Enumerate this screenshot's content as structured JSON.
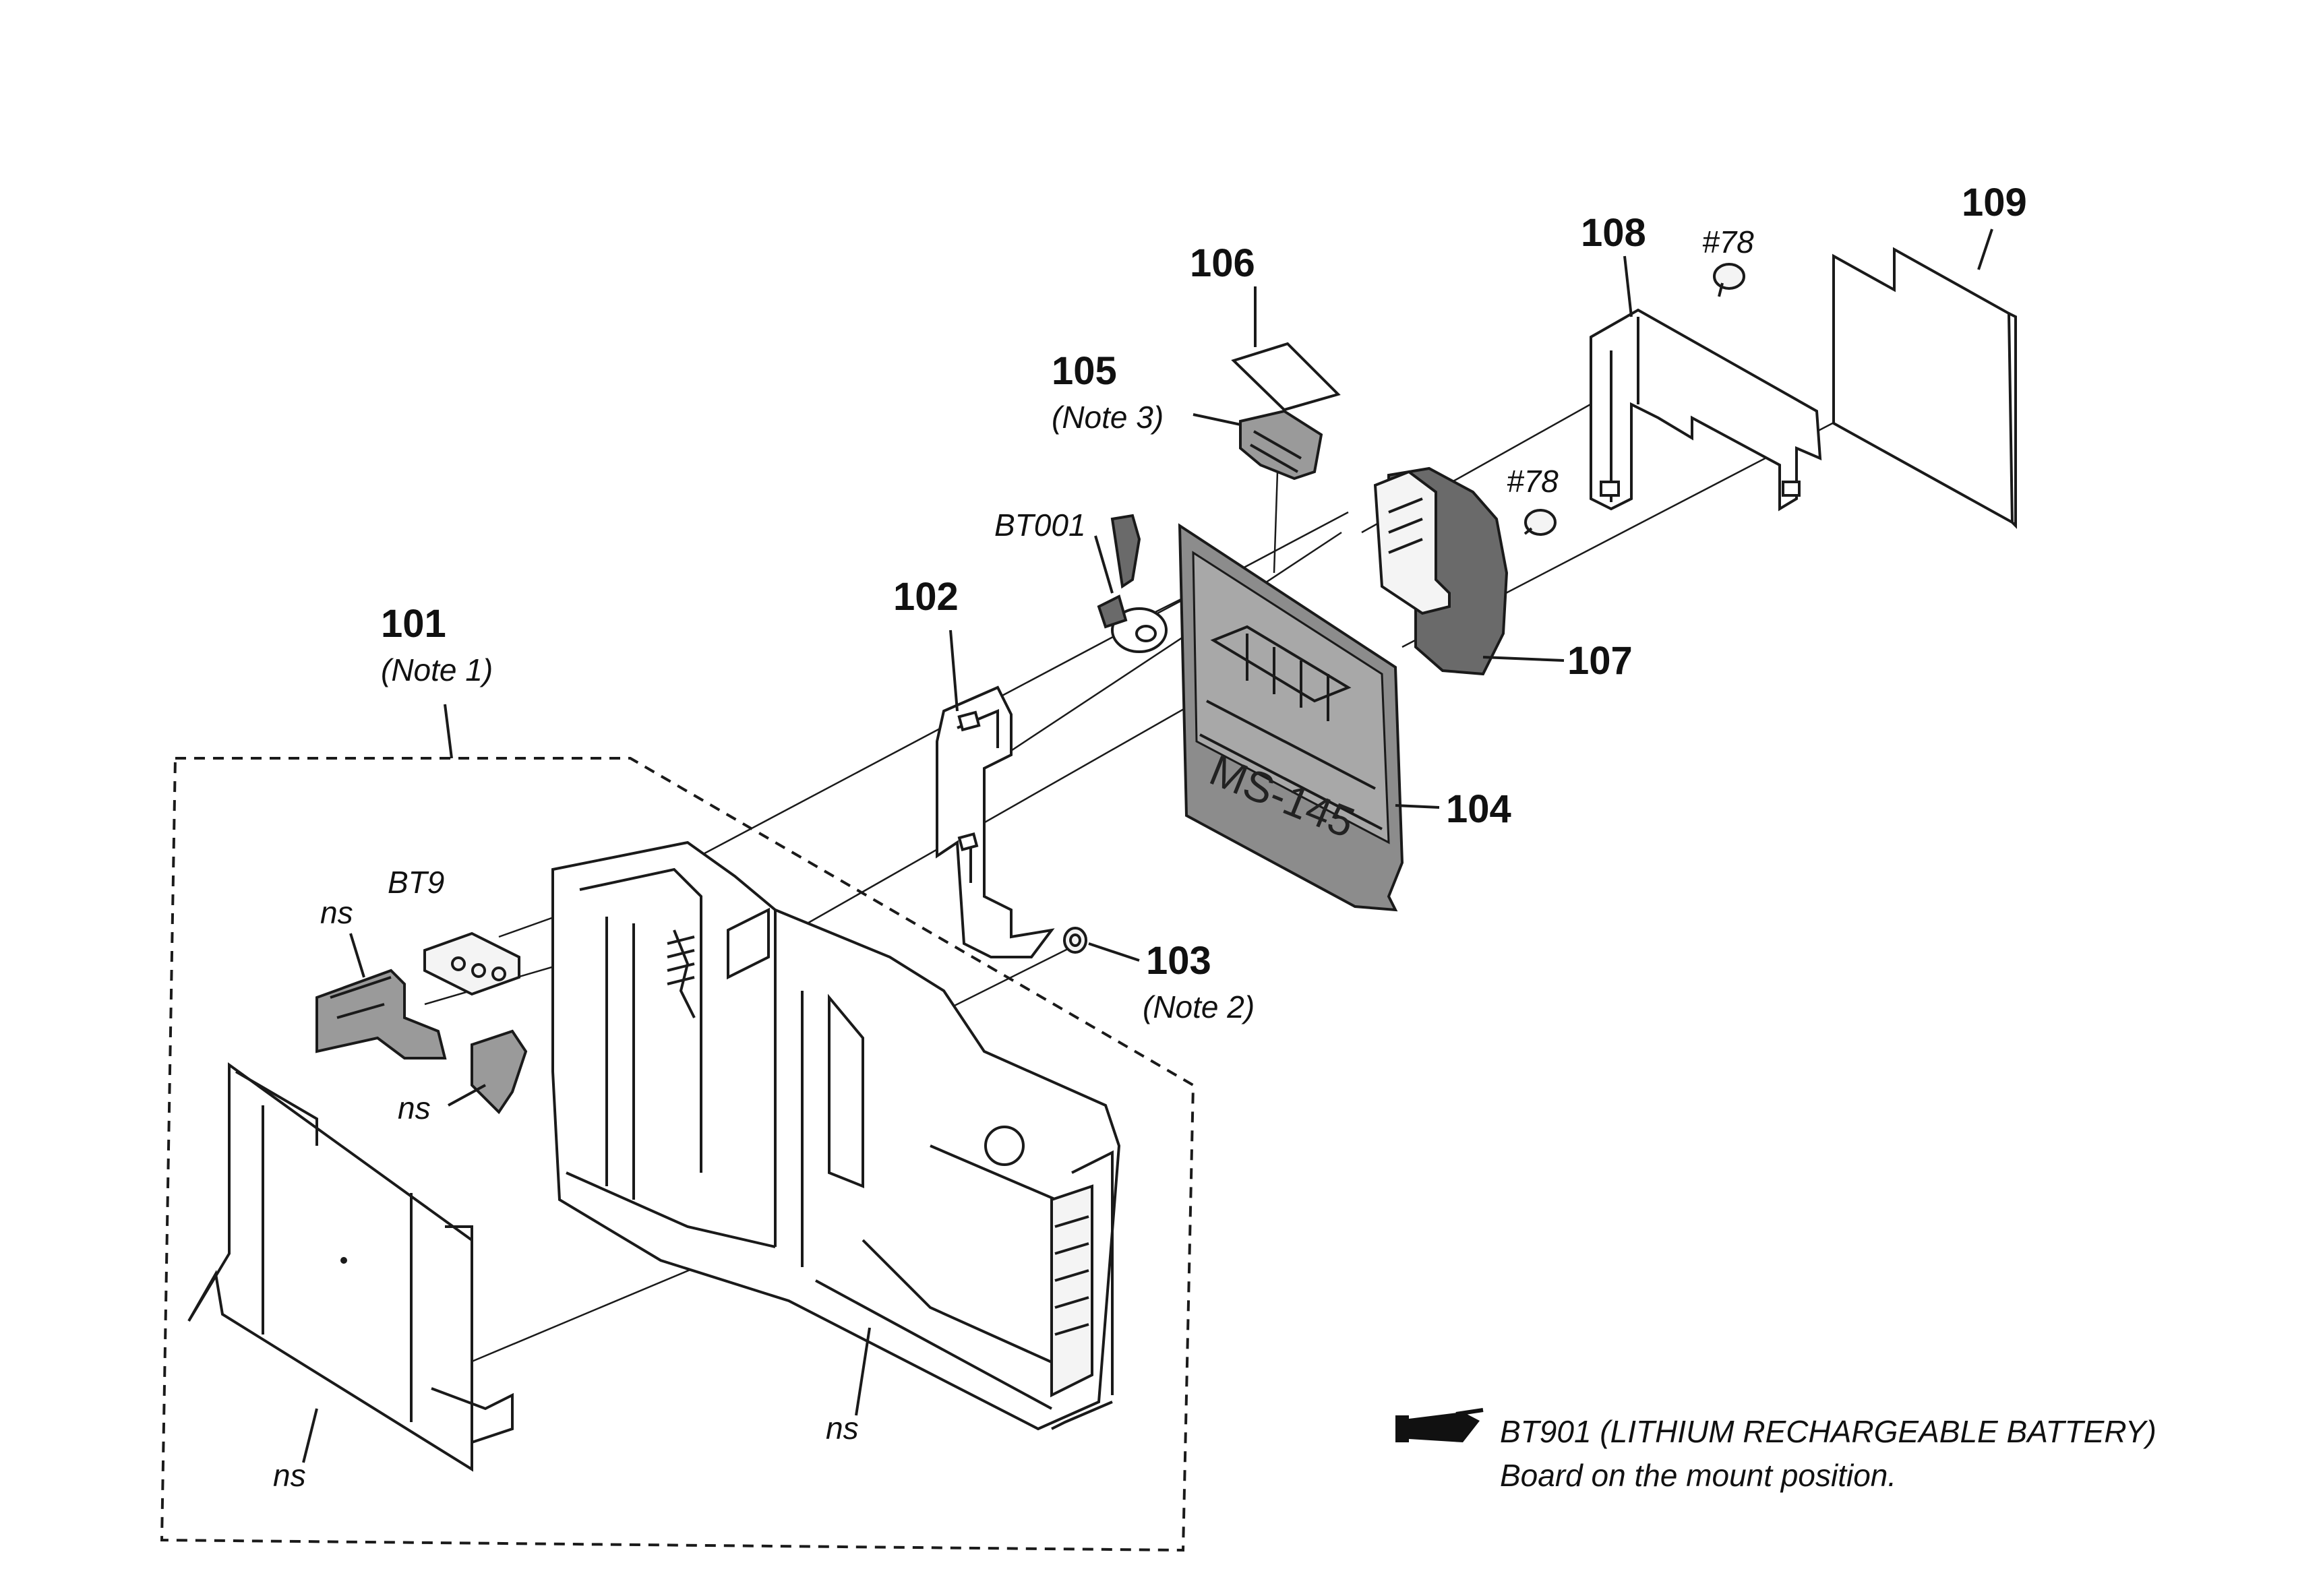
{
  "parts": {
    "p101": {
      "num": "101",
      "note": "(Note 1)"
    },
    "p102": {
      "num": "102"
    },
    "p103": {
      "num": "103",
      "note": "(Note 2)"
    },
    "p104": {
      "num": "104"
    },
    "p105": {
      "num": "105",
      "note": "(Note 3)"
    },
    "p106": {
      "num": "106"
    },
    "p107": {
      "num": "107"
    },
    "p108": {
      "num": "108"
    },
    "p109": {
      "num": "109"
    }
  },
  "screws": {
    "s1": "#78",
    "s2": "#78"
  },
  "labels": {
    "bt001": "BT001",
    "bt9": "BT9",
    "ns1": "ns",
    "ns2": "ns",
    "ns3": "ns",
    "ns4": "ns"
  },
  "board_marking": "MS-145",
  "legend": {
    "line1": "BT901 (LITHIUM RECHARGEABLE BATTERY)",
    "line2": "Board on the mount position."
  }
}
